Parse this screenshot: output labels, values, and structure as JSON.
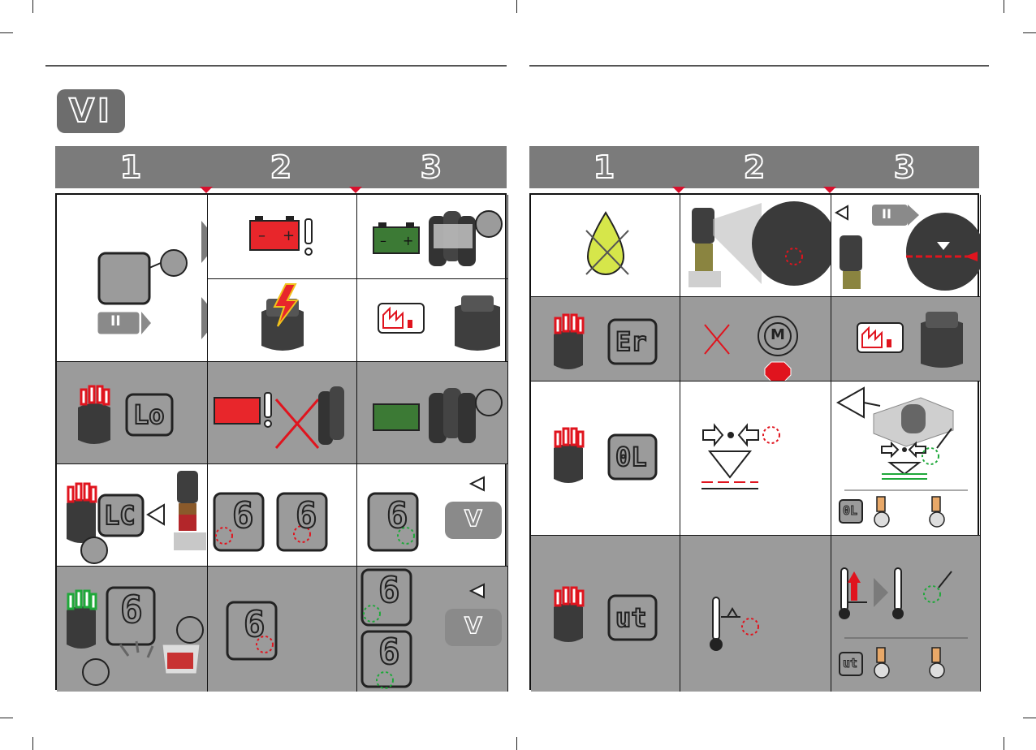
{
  "section_label": "VI",
  "left": {
    "steps": [
      "1",
      "2",
      "3"
    ],
    "rows": [
      {
        "display": ""
      },
      {
        "display": "Lo"
      },
      {
        "display": "LC",
        "step2_digits": [
          "6",
          "6"
        ],
        "step3_digit": "6",
        "step3_badge": "V"
      },
      {
        "display": "6",
        "step2_digit": "6",
        "step3_digits": [
          "6",
          "6"
        ],
        "step3_badge": "V"
      }
    ],
    "pause_symbol": "II"
  },
  "right": {
    "steps": [
      "1",
      "2",
      "3"
    ],
    "rows": [
      {
        "display": "",
        "pause_symbol": "II"
      },
      {
        "display": "Er",
        "motor_label": "M"
      },
      {
        "display": "0L",
        "reset_display": "0L"
      },
      {
        "display": "ut",
        "reset_display": "ut"
      }
    ]
  },
  "colors": {
    "header": "#7b7b7b",
    "notch_red": "#d8112e",
    "battery_red": "#e8262b",
    "battery_green": "#3c7a35",
    "cell_gray": "#9b9b9b",
    "led_red": "#e0141e",
    "led_green": "#1fa83a",
    "dashed_red": "#e0141e",
    "dashed_green": "#1fa83a",
    "oil_yellow": "#d6e64a"
  },
  "icons": [
    "battery-icon",
    "cartridge-icon",
    "led-ring-icon",
    "eye-icon",
    "factory-icon",
    "thermometer-icon",
    "finger-press-icon",
    "motor-icon",
    "stop-icon",
    "bearing-icon",
    "oil-drop-icon"
  ]
}
